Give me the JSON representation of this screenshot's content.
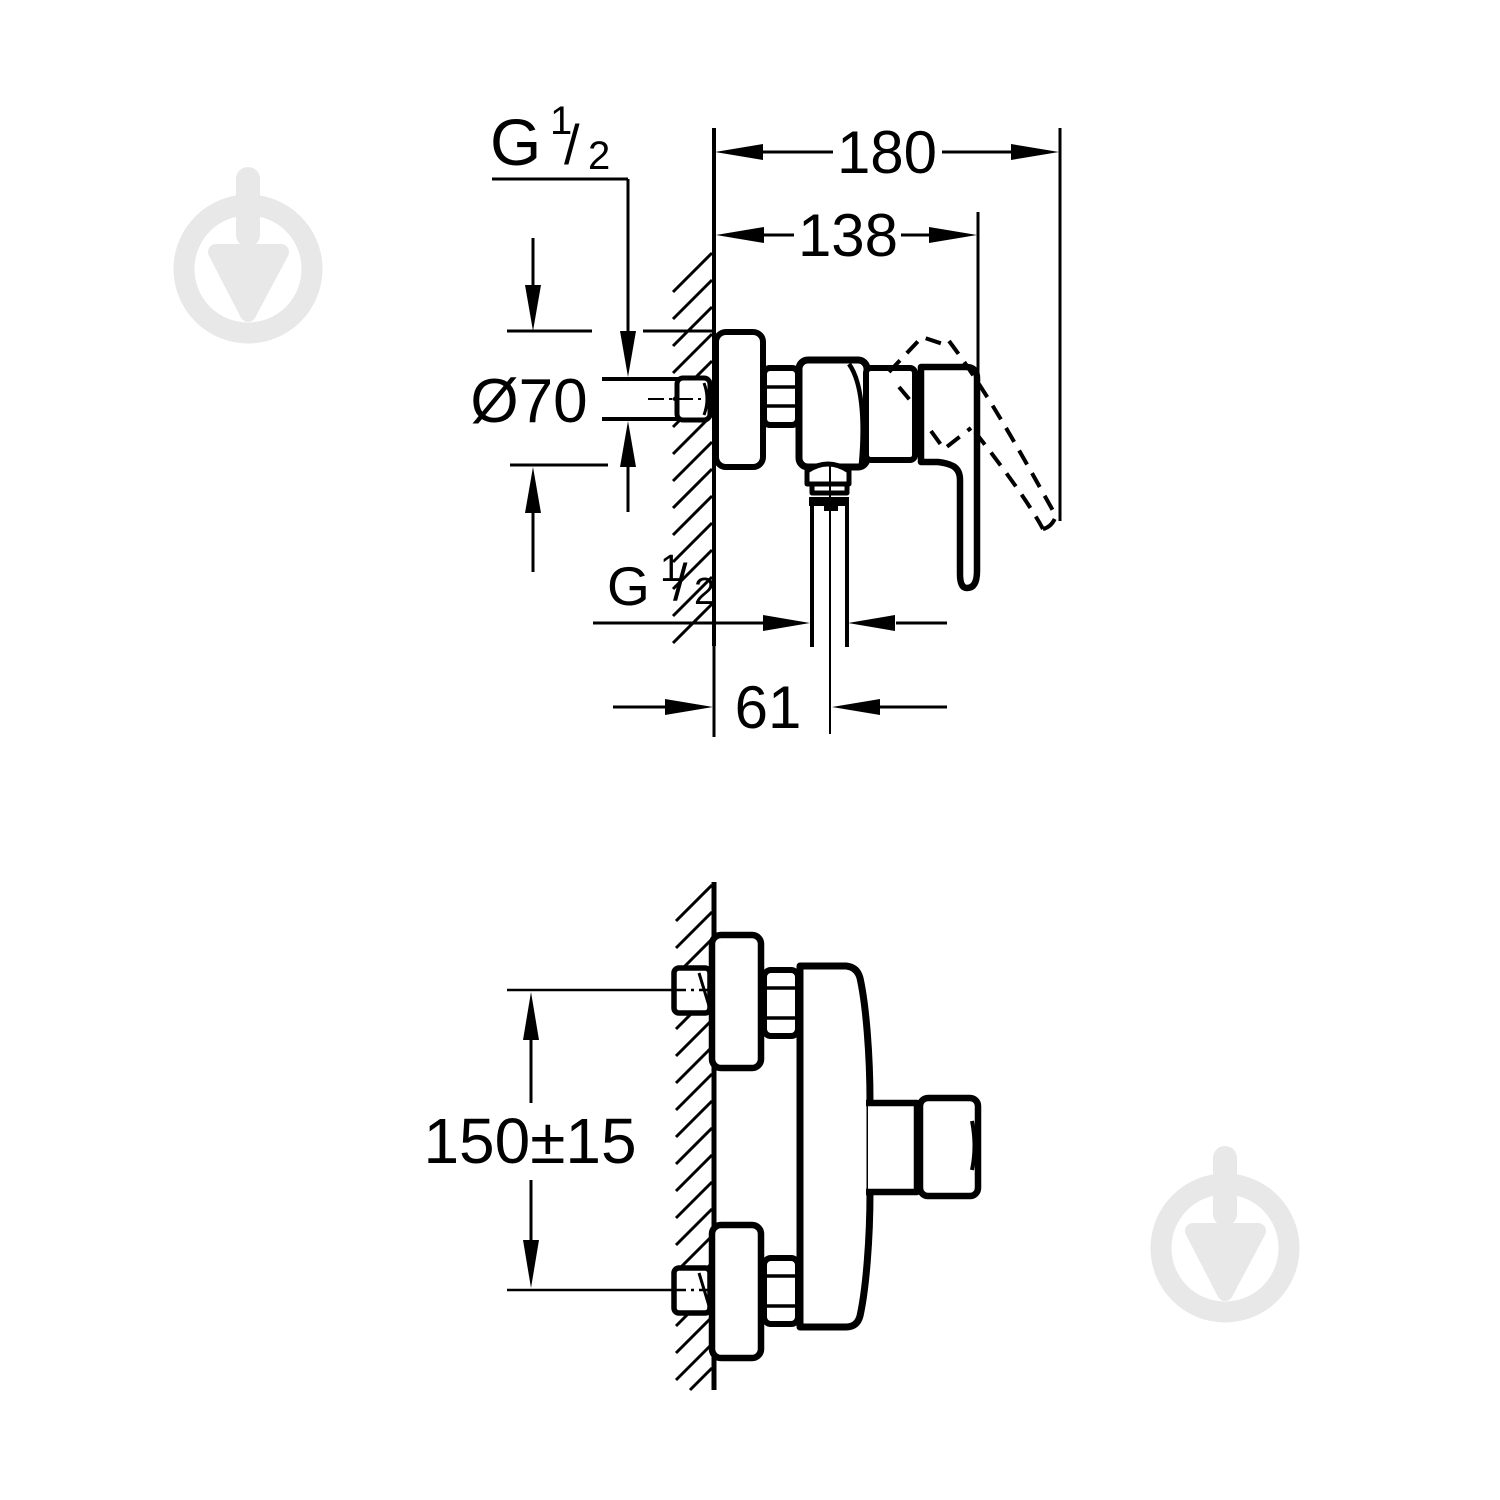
{
  "drawing": {
    "side_view": {
      "thread_top": {
        "prefix": "G",
        "numerator": "1",
        "slash": "/",
        "denominator": "2"
      },
      "thread_bottom": {
        "prefix": "G",
        "numerator": "1",
        "slash": "/",
        "denominator": "2"
      },
      "dim_overall_depth": "180",
      "dim_body_depth": "138",
      "dim_escutcheon_diameter": "Ø70",
      "dim_outlet_offset": "61"
    },
    "front_view": {
      "dim_port_spacing": "150±15"
    }
  },
  "watermark": {
    "icon": "trowel-in-circle",
    "color": "#e8e8e8"
  },
  "colors": {
    "line": "#000000",
    "background": "#ffffff"
  }
}
